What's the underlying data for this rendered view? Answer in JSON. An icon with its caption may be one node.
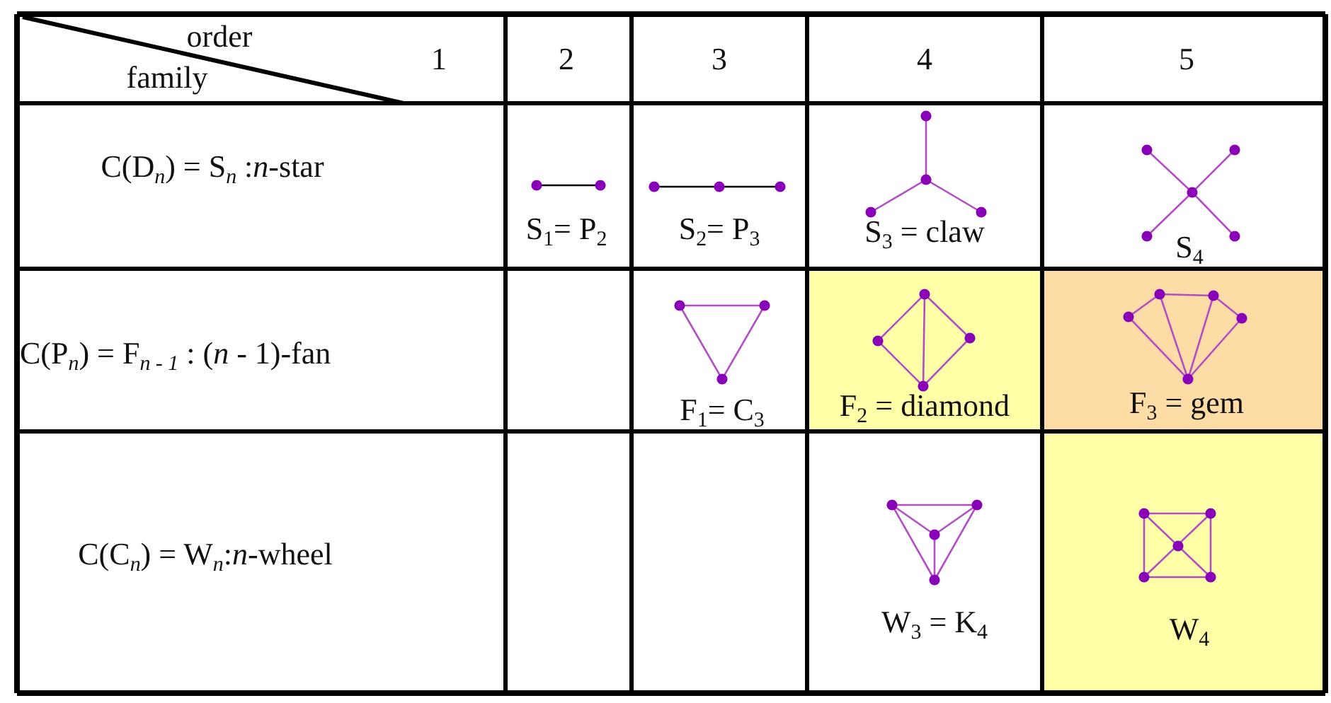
{
  "diagram": {
    "labels": [
      "order",
      "family",
      "1",
      "2",
      "3",
      "4",
      "5",
      "C(D$_{n}$) = S$_{n}$ :*n*-star",
      "S$_{1}$= P$_{2}$",
      "S$_{2}$= P$_{3}$",
      "S$_{3}$ = claw",
      "S$_{4}$",
      "C(P$_{n}$) = F$_{n - 1}$ : (*n* - 1)-fan",
      "F$_{1}$= C$_{3}$",
      "F$_{2}$ = diamond",
      "F$_{3}$ = gem",
      "C(C$_{n}$) = W$_{n}$:*n*-wheel",
      "W$_{3}$ = K$_{4}$",
      "W$_{4}$"
    ]
  }
}
